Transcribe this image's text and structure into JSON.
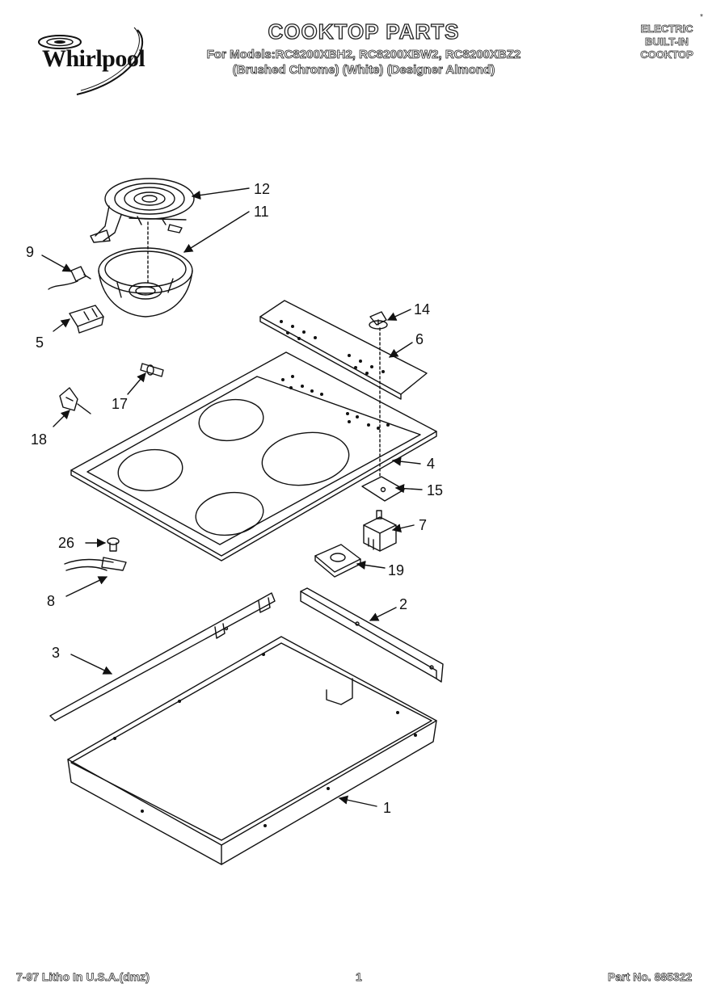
{
  "header": {
    "brand": "Whirlpool",
    "title": "COOKTOP PARTS",
    "models_line": "For Models:RC8200XBH2, RC8200XBW2, RC8200XBZ2",
    "finishes_line": "(Brushed Chrome)      (White)   (Designer Almond)",
    "type_lines": [
      "ELECTRIC",
      "BUILT-IN",
      "COOKTOP"
    ],
    "star": "*"
  },
  "footer": {
    "left": "7-97 Litho In U.S.A.(dmz)",
    "center": "1",
    "right": "Part No. 885322"
  },
  "callouts": [
    {
      "id": "c12",
      "text": "12"
    },
    {
      "id": "c11",
      "text": "11"
    },
    {
      "id": "c9",
      "text": "9"
    },
    {
      "id": "c5",
      "text": "5"
    },
    {
      "id": "c14",
      "text": "14"
    },
    {
      "id": "c6",
      "text": "6"
    },
    {
      "id": "c17",
      "text": "17"
    },
    {
      "id": "c18",
      "text": "18"
    },
    {
      "id": "c4",
      "text": "4"
    },
    {
      "id": "c15",
      "text": "15"
    },
    {
      "id": "c7",
      "text": "7"
    },
    {
      "id": "c19",
      "text": "19"
    },
    {
      "id": "c26",
      "text": "26"
    },
    {
      "id": "c8",
      "text": "8"
    },
    {
      "id": "c2",
      "text": "2"
    },
    {
      "id": "c3",
      "text": "3"
    },
    {
      "id": "c1",
      "text": "1"
    }
  ]
}
